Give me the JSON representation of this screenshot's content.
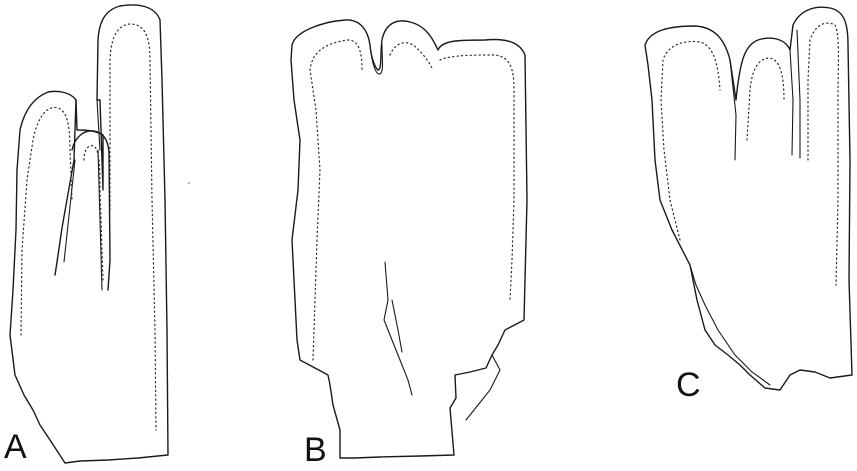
{
  "figure": {
    "panels": [
      {
        "id": "A",
        "label": "A"
      },
      {
        "id": "B",
        "label": "B"
      },
      {
        "id": "C",
        "label": "C"
      }
    ],
    "colors": {
      "background": "#ffffff",
      "ink": "#1a1a1a"
    }
  }
}
